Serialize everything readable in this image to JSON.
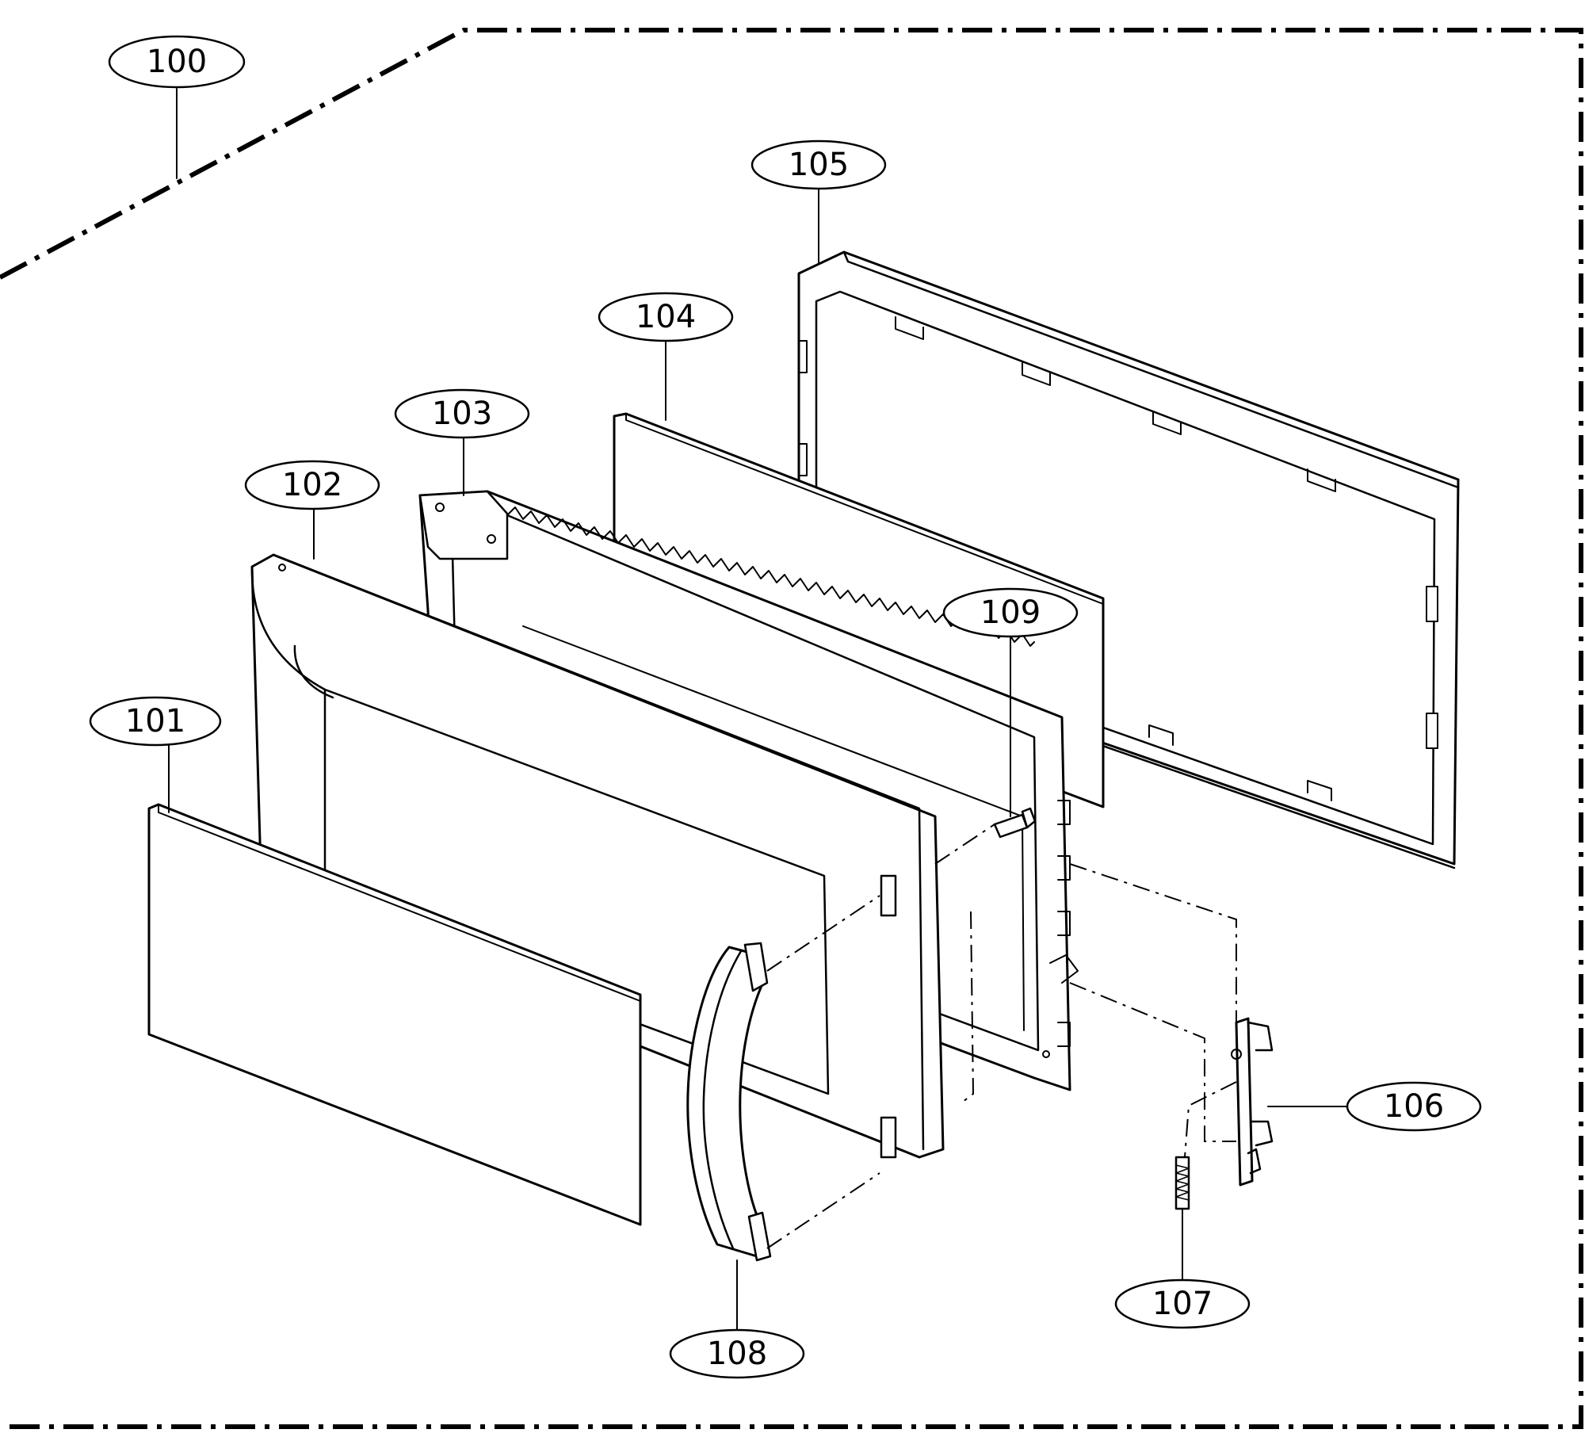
{
  "diagram": {
    "callouts": [
      {
        "id": "100",
        "text": "100"
      },
      {
        "id": "101",
        "text": "101"
      },
      {
        "id": "102",
        "text": "102"
      },
      {
        "id": "103",
        "text": "103"
      },
      {
        "id": "104",
        "text": "104"
      },
      {
        "id": "105",
        "text": "105"
      },
      {
        "id": "106",
        "text": "106"
      },
      {
        "id": "107",
        "text": "107"
      },
      {
        "id": "108",
        "text": "108"
      },
      {
        "id": "109",
        "text": "109"
      }
    ]
  }
}
